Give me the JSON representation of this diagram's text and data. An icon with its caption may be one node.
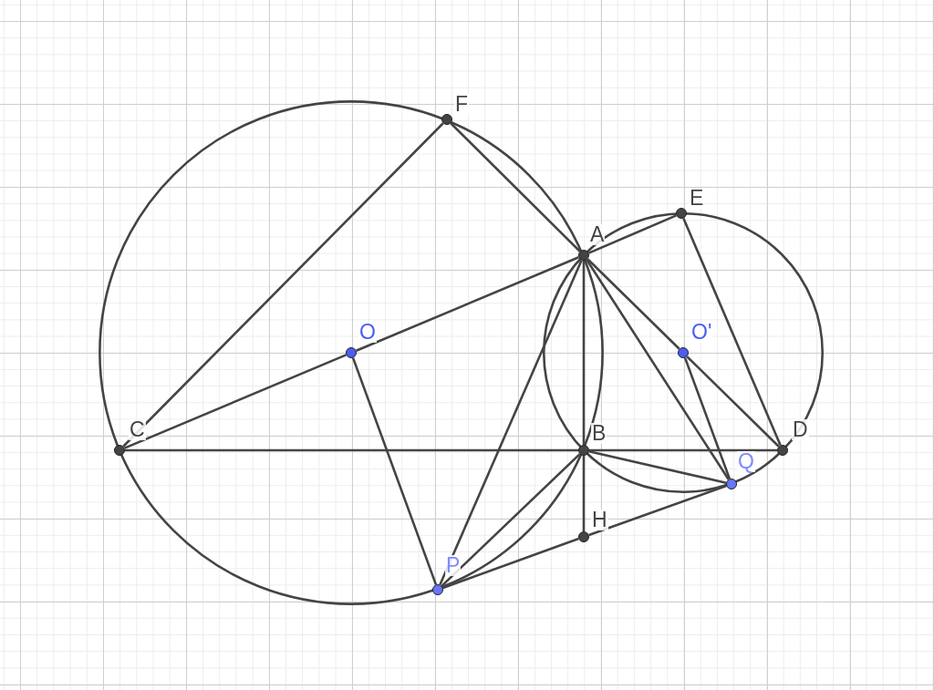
{
  "diagram": {
    "nodes": [
      {
        "text": [
          "F"
        ]
      },
      {
        "text": [
          "E"
        ]
      },
      {
        "text": [
          "A"
        ]
      },
      {
        "text": [
          "O"
        ]
      },
      {
        "text": [
          "O'"
        ]
      },
      {
        "text": [
          "C"
        ]
      },
      {
        "text": [
          "B"
        ]
      },
      {
        "text": [
          "D"
        ]
      },
      {
        "text": [
          "Q"
        ]
      },
      {
        "text": [
          "H"
        ]
      },
      {
        "text": [
          "P"
        ]
      }
    ],
    "edges": [
      {
        "from": 5,
        "to": 0,
        "arrow": "none"
      },
      {
        "from": 0,
        "to": 2,
        "arrow": "none"
      },
      {
        "from": 2,
        "to": 1,
        "arrow": "none"
      },
      {
        "from": 5,
        "to": 3,
        "arrow": "none"
      },
      {
        "from": 3,
        "to": 2,
        "arrow": "none"
      },
      {
        "from": 3,
        "to": 10,
        "arrow": "none"
      },
      {
        "from": 5,
        "to": 6,
        "arrow": "none"
      },
      {
        "from": 6,
        "to": 7,
        "arrow": "none"
      },
      {
        "from": 2,
        "to": 6,
        "arrow": "none"
      },
      {
        "from": 6,
        "to": 9,
        "arrow": "none"
      },
      {
        "from": 2,
        "to": 10,
        "arrow": "none"
      },
      {
        "from": 2,
        "to": 8,
        "arrow": "none"
      },
      {
        "from": 2,
        "to": 4,
        "arrow": "none"
      },
      {
        "from": 4,
        "to": 7,
        "arrow": "none"
      },
      {
        "from": 1,
        "to": 7,
        "arrow": "none"
      },
      {
        "from": 4,
        "to": 8,
        "arrow": "none"
      },
      {
        "from": 6,
        "to": 8,
        "arrow": "none"
      },
      {
        "from": 6,
        "to": 10,
        "arrow": "none"
      },
      {
        "from": 10,
        "to": 9,
        "arrow": "none"
      },
      {
        "from": 9,
        "to": 8,
        "arrow": "none"
      }
    ]
  }
}
